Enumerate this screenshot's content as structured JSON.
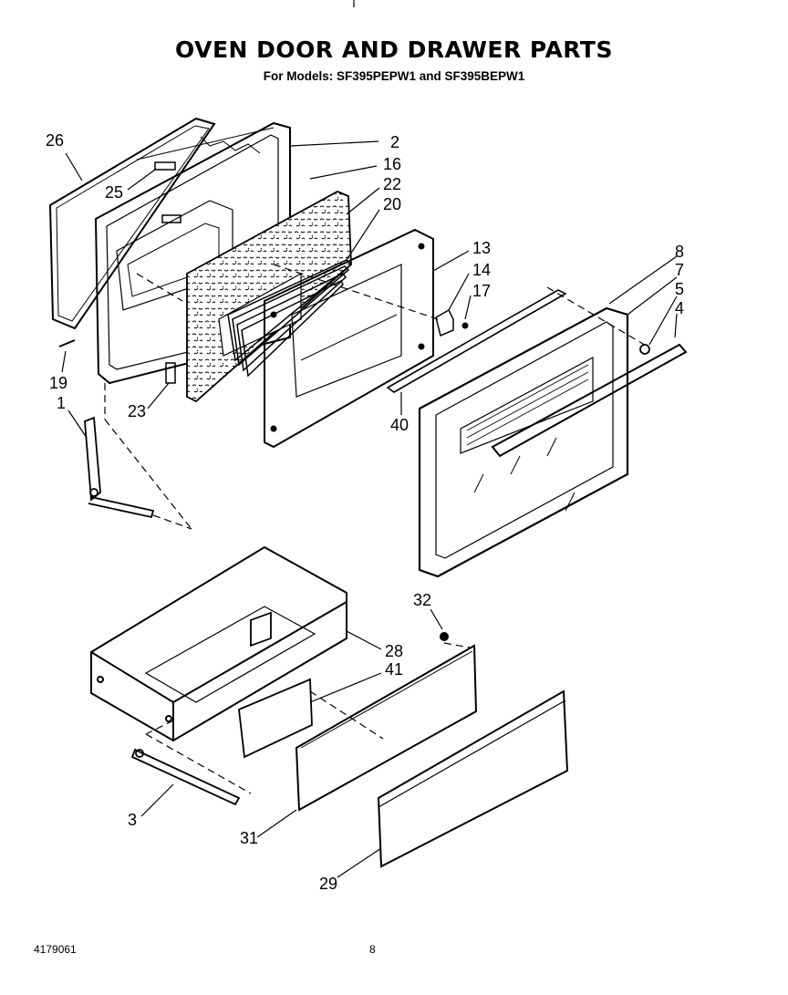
{
  "header": {
    "title": "OVEN DOOR AND DRAWER PARTS",
    "subtitle": "For Models: SF395PEPW1 and SF395BEPW1"
  },
  "footer": {
    "doc_number": "4179061",
    "page_number": "8"
  },
  "callouts": {
    "c26": "26",
    "c25": "25",
    "c2": "2",
    "c16": "16",
    "c22": "22",
    "c20": "20",
    "c13": "13",
    "c14": "14",
    "c17": "17",
    "c8": "8",
    "c7": "7",
    "c5": "5",
    "c4": "4",
    "c19": "19",
    "c1": "1",
    "c23": "23",
    "c40": "40",
    "c32": "32",
    "c28": "28",
    "c41": "41",
    "c3": "3",
    "c31": "31",
    "c29": "29"
  }
}
